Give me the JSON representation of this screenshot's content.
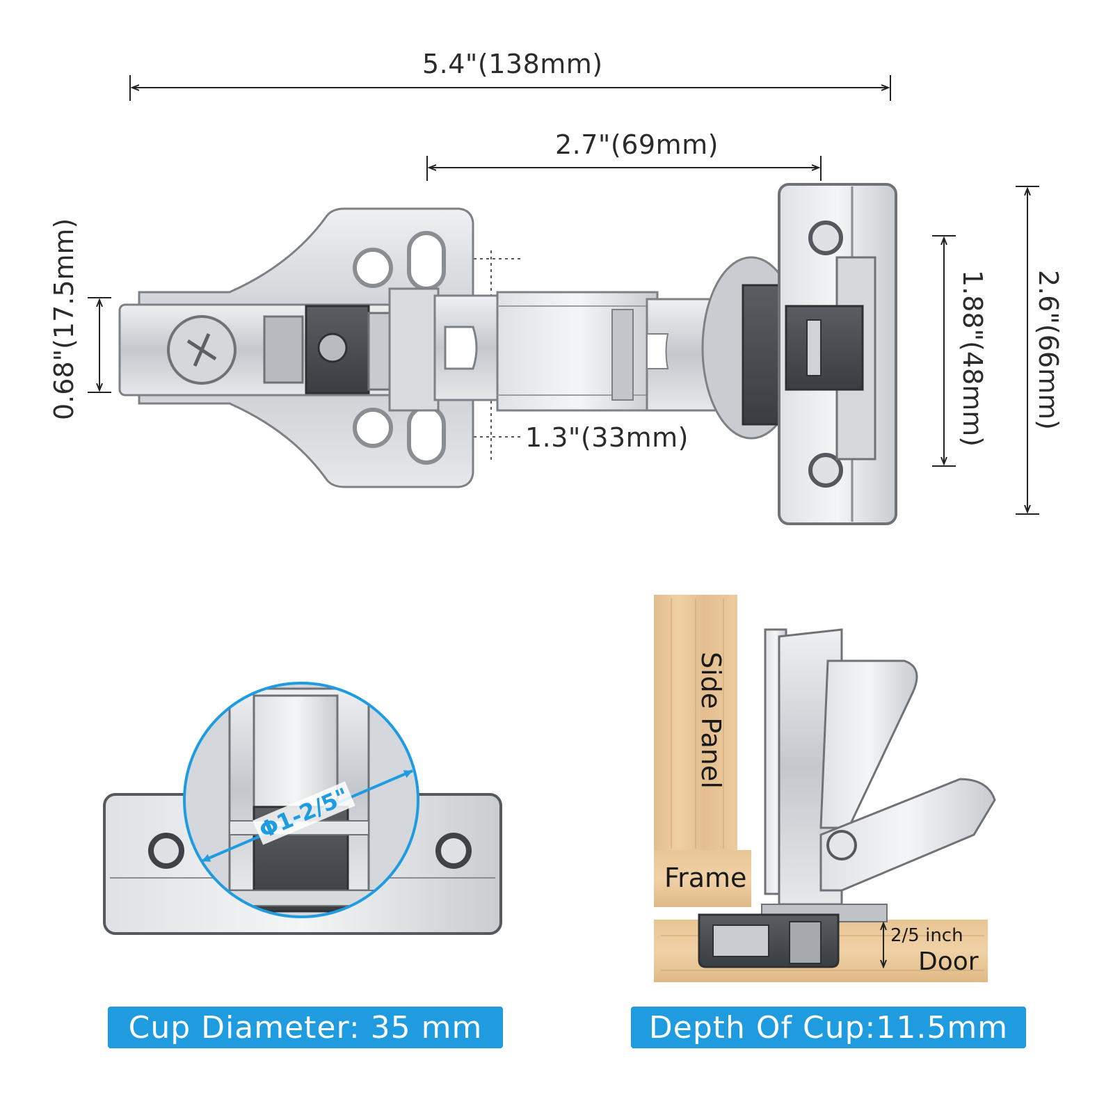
{
  "dimensions": {
    "overall_length": "5.4\"(138mm)",
    "arm_length": "2.7\"(69mm)",
    "arm_height": "0.68\"(17.5mm)",
    "hole_spacing": "1.3\"(33mm)",
    "plate_hole_spacing": "1.88\"(48mm)",
    "plate_height": "2.6\"(66mm)"
  },
  "cup_detail": {
    "diameter_label": "Φ1-2/5\"",
    "caption": "Cup Diameter: 35 mm"
  },
  "installation": {
    "side_panel": "Side Panel",
    "frame": "Frame",
    "door": "Door",
    "depth_label": "2/5 inch",
    "caption": "Depth Of Cup:11.5mm"
  },
  "colors": {
    "accent": "#1f9be0",
    "wood": "#e9c79a",
    "metal": "#c9ccd1",
    "metal_dark": "#6e7277"
  }
}
